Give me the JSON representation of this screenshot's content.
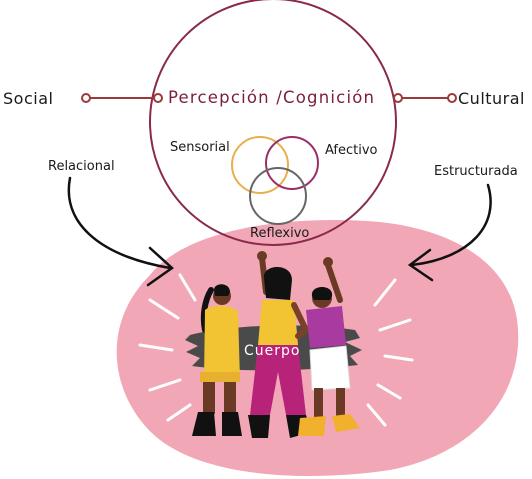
{
  "diagram": {
    "labels": {
      "left": "Social",
      "right": "Cultural",
      "center": "Percepción /Cognición",
      "left_arrow": "Relacional",
      "right_arrow": "Estructurada",
      "circle_sensorial": "Sensorial",
      "circle_afectivo": "Afectivo",
      "circle_reflexivo": "Reflexivo",
      "body": "Cuerpo"
    },
    "colors": {
      "big_circle": "#8a2a4a",
      "connector": "#9b3a3a",
      "sensorial": "#e8b04a",
      "afectivo": "#9b2f6a",
      "reflexivo": "#666666",
      "blob": "#f2a7b6",
      "brush": "#4a4a4a",
      "arrow": "#111111"
    },
    "icons": [
      "hand-drawn-arrow-left",
      "hand-drawn-arrow-right",
      "people-illustration",
      "sparkle-lines"
    ]
  }
}
